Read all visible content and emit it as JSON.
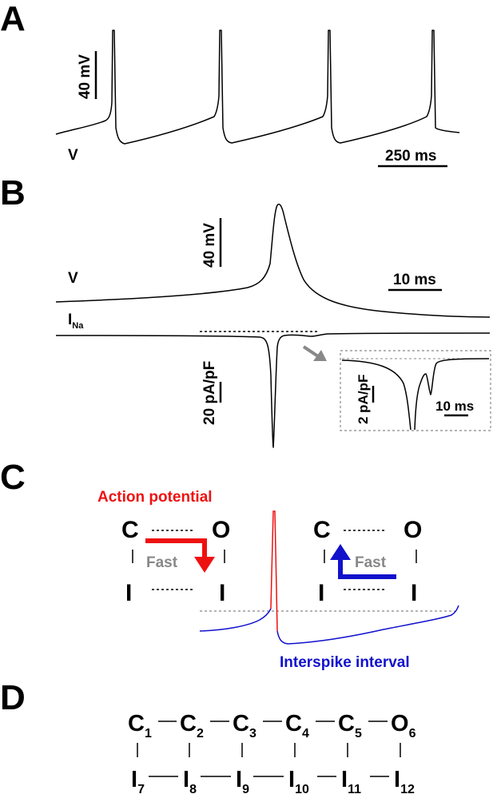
{
  "panels": {
    "a": {
      "letter": "A",
      "trace_label": "V",
      "scalebar_v": "40 mV",
      "scalebar_t": "250 ms"
    },
    "b": {
      "letter": "B",
      "v_label": "V",
      "ina_label": "I",
      "ina_sub": "Na",
      "scalebar_v": "40 mV",
      "scalebar_t": "10 ms",
      "scalebar_i": "20 pA/pF",
      "inset": {
        "scalebar_i": "2 pA/pF",
        "scalebar_t": "10 ms"
      }
    },
    "c": {
      "letter": "C",
      "action_potential_label": "Action potential",
      "interspike_label": "Interspike interval",
      "fast_label": "Fast",
      "left_states": {
        "c": "C",
        "o": "O",
        "i1": "I",
        "i2": "I"
      },
      "right_states": {
        "c": "C",
        "o": "O",
        "i1": "I",
        "i2": "I"
      },
      "colors": {
        "action_potential": "#ee1111",
        "interspike": "#1111cc",
        "fast": "#888888"
      }
    },
    "d": {
      "letter": "D",
      "top_states": [
        {
          "s": "C",
          "n": "1"
        },
        {
          "s": "C",
          "n": "2"
        },
        {
          "s": "C",
          "n": "3"
        },
        {
          "s": "C",
          "n": "4"
        },
        {
          "s": "C",
          "n": "5"
        },
        {
          "s": "O",
          "n": "6"
        }
      ],
      "bottom_states": [
        {
          "s": "I",
          "n": "7"
        },
        {
          "s": "I",
          "n": "8"
        },
        {
          "s": "I",
          "n": "9"
        },
        {
          "s": "I",
          "n": "10"
        },
        {
          "s": "I",
          "n": "11"
        },
        {
          "s": "I",
          "n": "12"
        }
      ]
    }
  }
}
